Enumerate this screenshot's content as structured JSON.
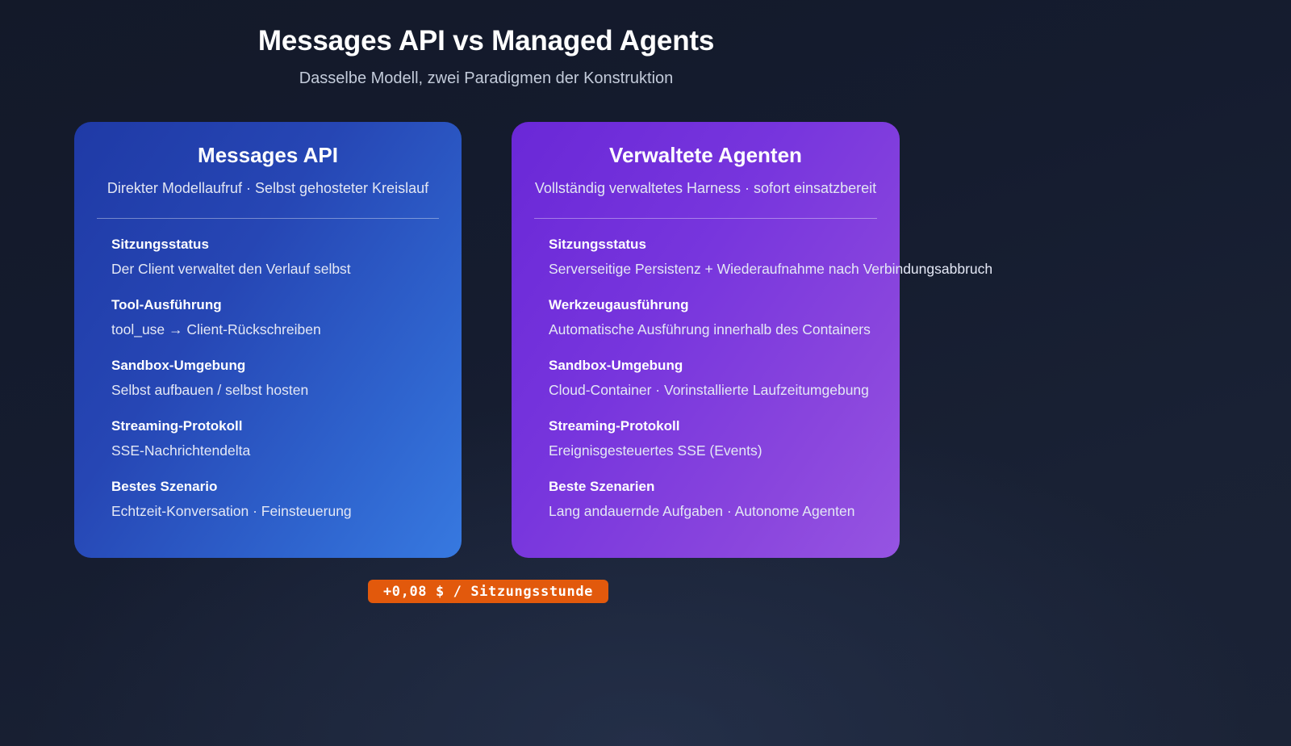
{
  "header": {
    "title": "Messages API vs Managed Agents",
    "subtitle": "Dasselbe Modell, zwei Paradigmen der Konstruktion"
  },
  "cards": [
    {
      "id": "messages-api",
      "title": "Messages API",
      "tagline": "Direkter Modellaufruf · Selbst gehosteter Kreislauf",
      "accent": "#2646b4",
      "rows": [
        {
          "label": "Sitzungsstatus",
          "value": "Der Client verwaltet den Verlauf selbst"
        },
        {
          "label": "Tool-Ausführung",
          "value": "tool_use → Client-Rückschreiben"
        },
        {
          "label": "Sandbox-Umgebung",
          "value": "Selbst aufbauen / selbst hosten"
        },
        {
          "label": "Streaming-Protokoll",
          "value": "SSE-Nachrichtendelta"
        },
        {
          "label": "Bestes Szenario",
          "value": "Echtzeit-Konversation · Feinsteuerung"
        }
      ]
    },
    {
      "id": "managed-agents",
      "title": "Verwaltete Agenten",
      "tagline": "Vollständig verwaltetes Harness · sofort einsatzbereit",
      "accent": "#7735dd",
      "rows": [
        {
          "label": "Sitzungsstatus",
          "value": "Serverseitige Persistenz + Wiederaufnahme nach Verbindungsabbruch"
        },
        {
          "label": "Werkzeugausführung",
          "value": "Automatische Ausführung innerhalb des Containers"
        },
        {
          "label": "Sandbox-Umgebung",
          "value": "Cloud-Container · Vorinstallierte Laufzeitumgebung"
        },
        {
          "label": "Streaming-Protokoll",
          "value": "Ereignisgesteuertes SSE (Events)"
        },
        {
          "label": "Beste Szenarien",
          "value": "Lang andauernde Aufgaben · Autonome Agenten"
        }
      ]
    }
  ],
  "price_badge": {
    "label": "+0,08 $ / Sitzungsstunde",
    "color": "#e2590c"
  },
  "colors": {
    "background_top": "#141a2e",
    "background_bottom": "#1b2336",
    "card_blue_start": "#1f3aa6",
    "card_blue_end": "#3779e0",
    "card_purple_start": "#6a28d7",
    "card_purple_end": "#9654e2",
    "badge_orange": "#e2590c"
  }
}
